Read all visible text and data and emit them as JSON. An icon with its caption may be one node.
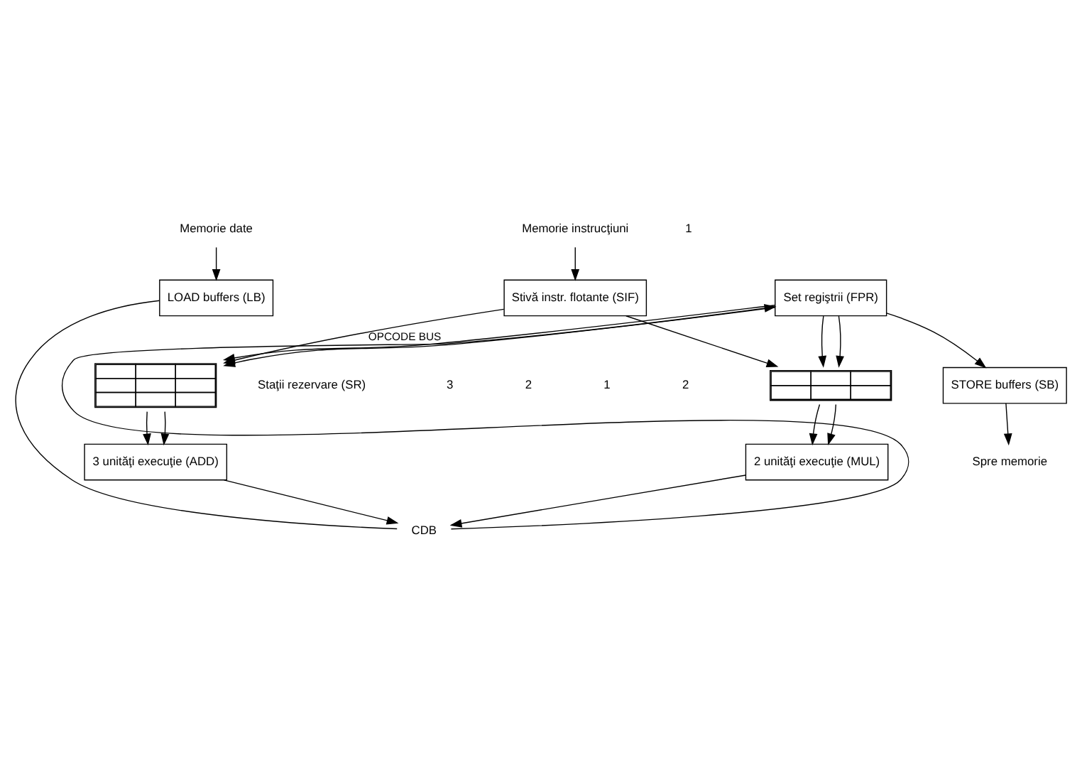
{
  "diagram": {
    "nodes": [
      {
        "text": [
          "Memorie date"
        ]
      },
      {
        "text": [
          "Memorie instrucţiuni"
        ]
      },
      {
        "text": [
          "LOAD buffers (LB)"
        ]
      },
      {
        "text": [
          "Stivă instr. flotante (SIF)"
        ]
      },
      {
        "text": [
          "Set regiştrii (FPR)"
        ]
      },
      {
        "text": [
          "STORE buffers (SB)"
        ]
      },
      {
        "text": [
          "Spre memorie"
        ]
      },
      {
        "text": [],
        "shape": "box"
      },
      {
        "text": [],
        "shape": "box"
      },
      {
        "text": [
          "3 unităţi execuţie (ADD)"
        ]
      },
      {
        "text": [
          "2 unităţi execuţie (MUL)"
        ]
      },
      {
        "text": [
          "CDB"
        ]
      }
    ],
    "edges": [
      {
        "from": 0,
        "to": 2,
        "arrow": "to"
      },
      {
        "from": 1,
        "to": 3,
        "arrow": "to"
      },
      {
        "from": 3,
        "to": 7,
        "arrow": "to",
        "label": "OPCODE BUS"
      },
      {
        "from": 3,
        "to": 8,
        "arrow": "to"
      },
      {
        "from": 4,
        "to": 7,
        "arrow": "to"
      },
      {
        "from": 4,
        "to": 7,
        "arrow": "to"
      },
      {
        "from": 4,
        "to": 8,
        "arrow": "to"
      },
      {
        "from": 4,
        "to": 8,
        "arrow": "to"
      },
      {
        "from": 4,
        "to": 5,
        "arrow": "to"
      },
      {
        "from": 5,
        "to": 6,
        "arrow": "to"
      },
      {
        "from": 7,
        "to": 9,
        "arrow": "to"
      },
      {
        "from": 7,
        "to": 9,
        "arrow": "to"
      },
      {
        "from": 8,
        "to": 10,
        "arrow": "to"
      },
      {
        "from": 8,
        "to": 10,
        "arrow": "to"
      },
      {
        "from": 9,
        "to": 11,
        "arrow": "to"
      },
      {
        "from": 10,
        "to": 11,
        "arrow": "to"
      },
      {
        "from": 2,
        "to": 11,
        "arrow": "none"
      },
      {
        "from": 11,
        "to": 4,
        "arrow": "to"
      }
    ],
    "labels": [
      "Staţii rezervare (SR)",
      "3",
      "2",
      "1",
      "2",
      "1"
    ]
  }
}
